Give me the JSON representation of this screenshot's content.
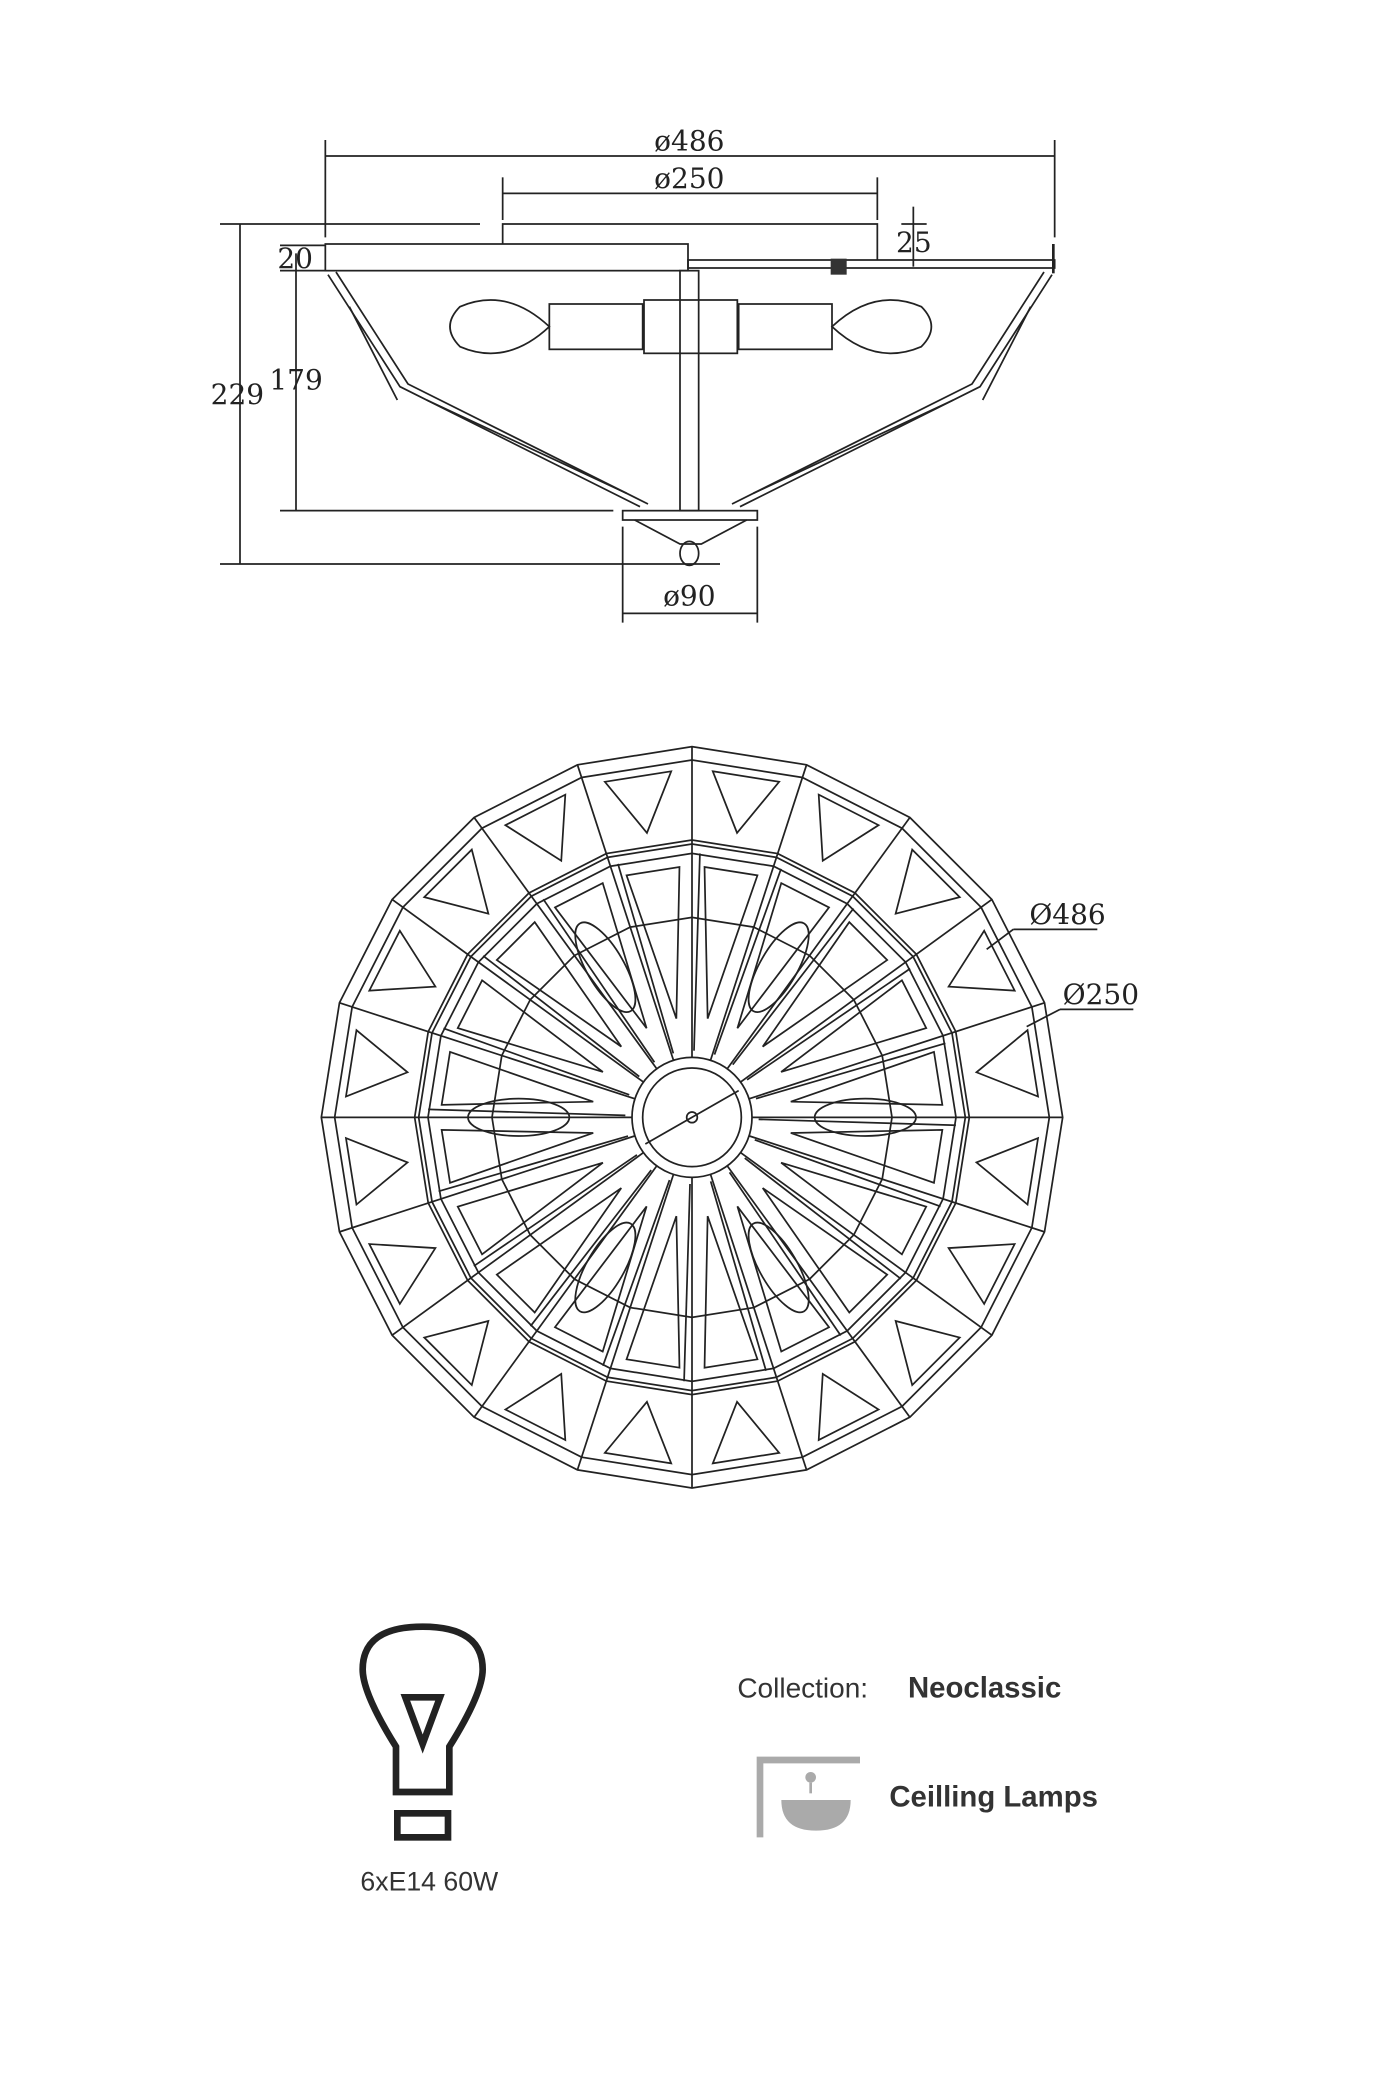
{
  "side_view": {
    "dim_overall_diameter": "ø486",
    "dim_canopy_diameter": "ø250",
    "dim_canopy_height": "25",
    "dim_plate_height": "20",
    "dim_total_height": "229",
    "dim_shade_height": "179",
    "dim_bottom_diameter": "ø90"
  },
  "plan_view": {
    "dim_overall_diameter": "Ø486",
    "dim_canopy_diameter": "Ø250"
  },
  "specs": {
    "bulb_icon": "light-bulb-icon",
    "bulb_spec": "6xE14 60W",
    "collection_label": "Collection:",
    "collection_value": "Neoclassic",
    "category_icon": "ceiling-lamp-icon",
    "category_label": "Ceilling Lamps"
  }
}
